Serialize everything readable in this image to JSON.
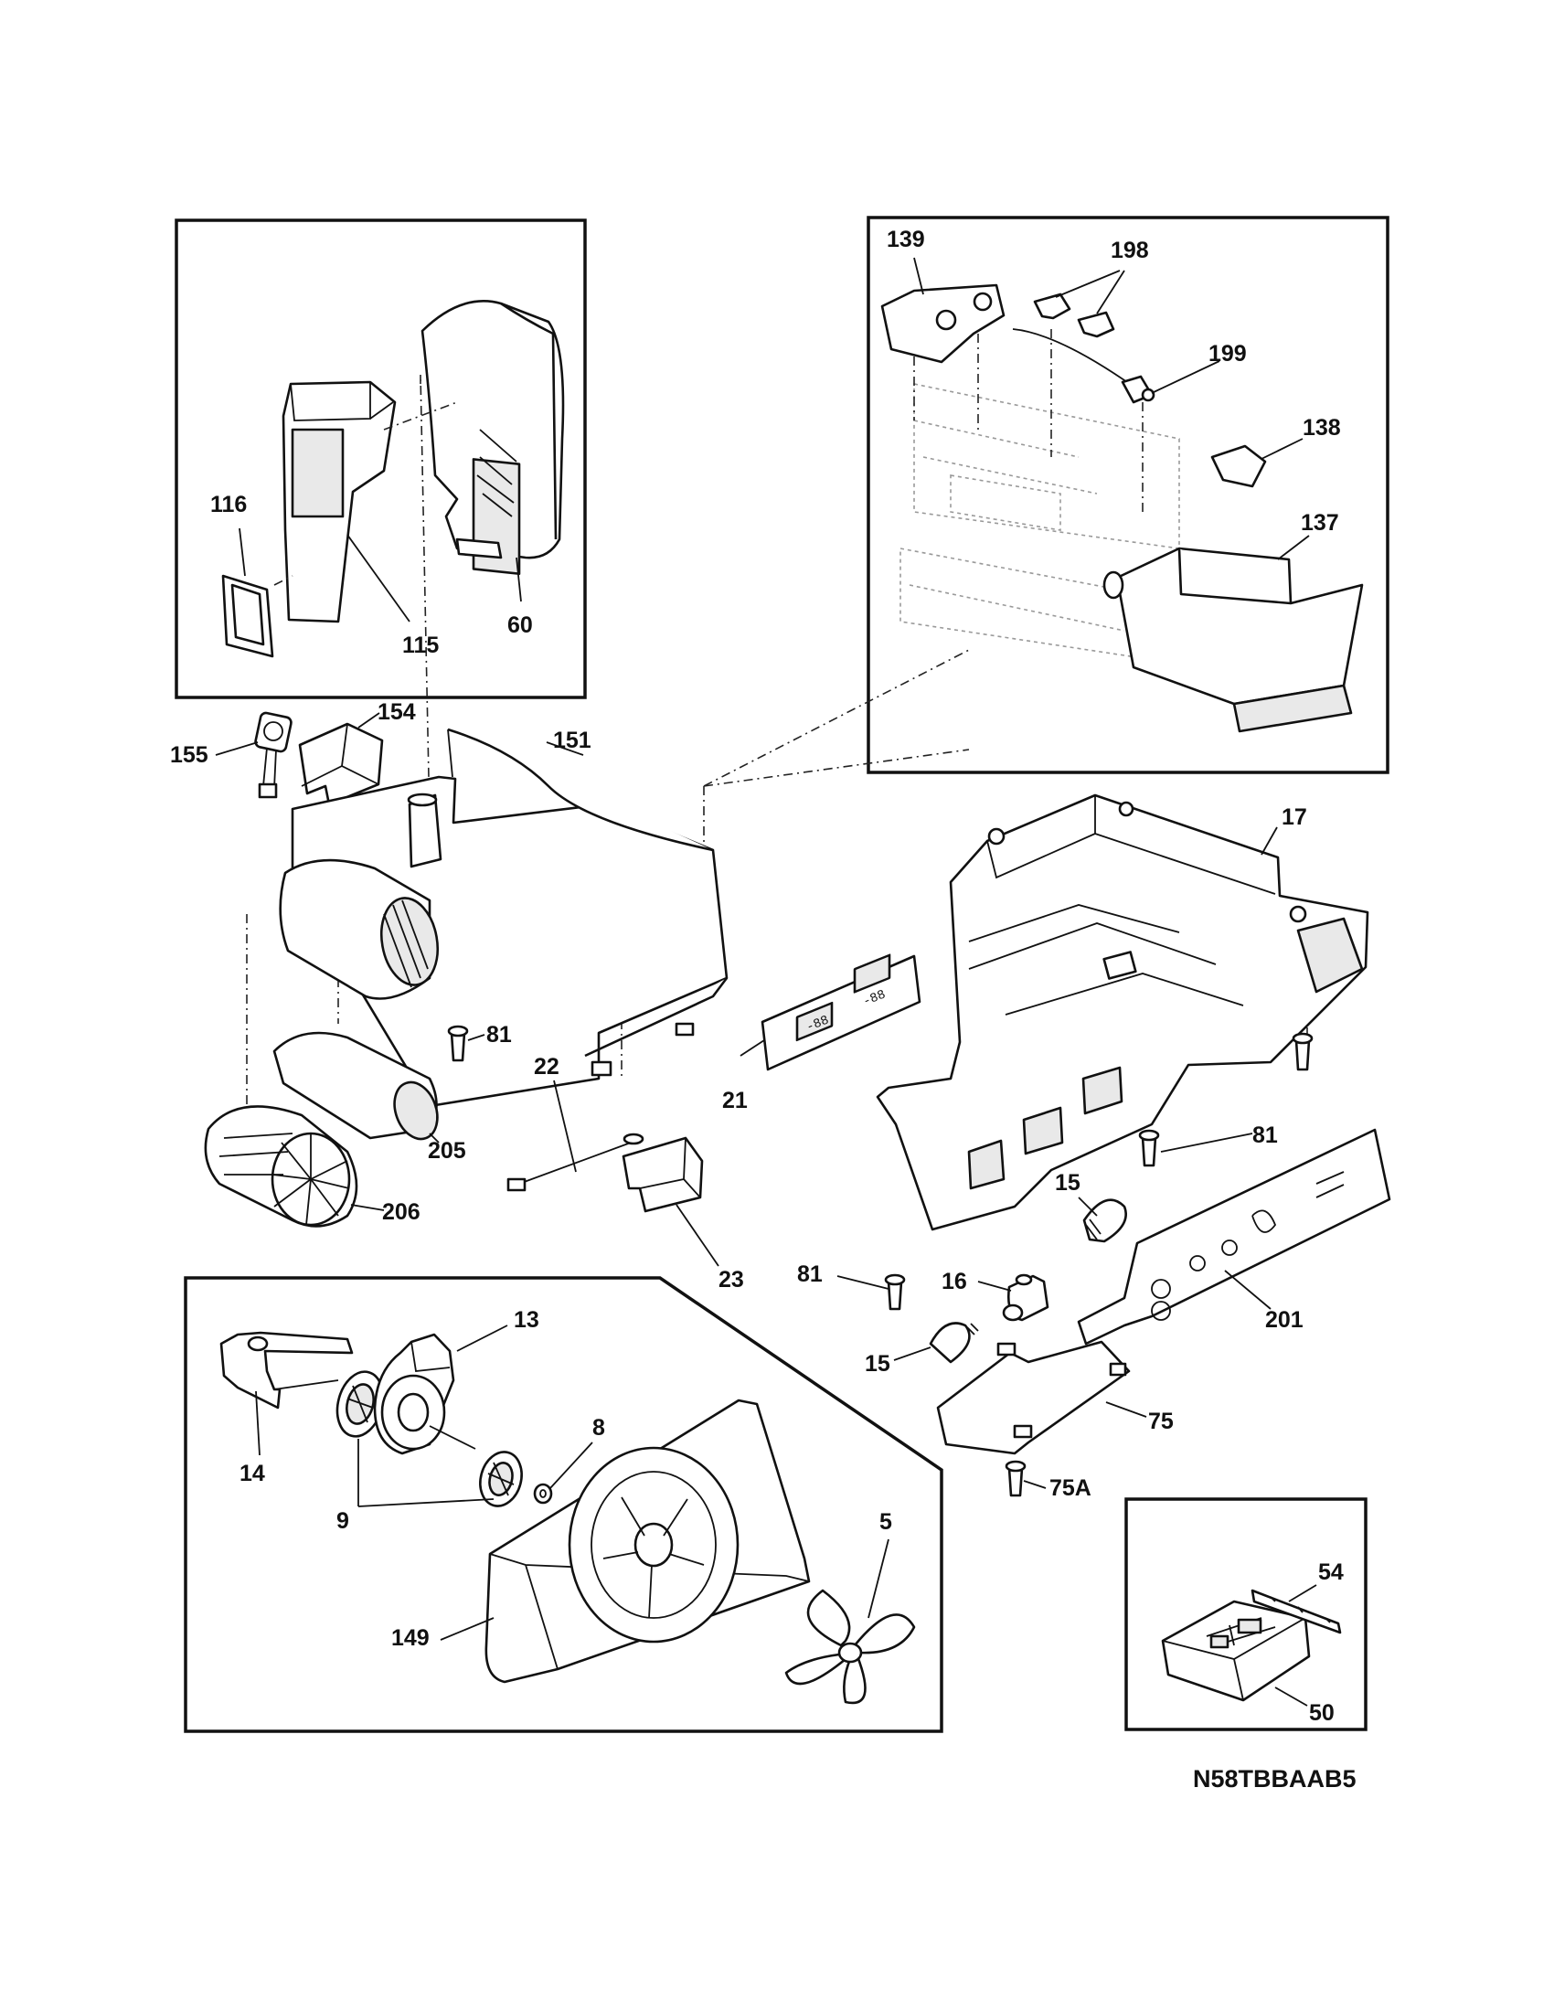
{
  "diagram_code": "N58TBBAAB5",
  "labels": {
    "l116": "116",
    "l115": "115",
    "l60": "60",
    "l139": "139",
    "l198": "198",
    "l199": "199",
    "l138": "138",
    "l137": "137",
    "l155": "155",
    "l154": "154",
    "l151": "151",
    "l17": "17",
    "l81a": "81",
    "l22": "22",
    "l21": "21",
    "l205": "205",
    "l206": "206",
    "l23": "23",
    "l81b": "81",
    "l15a": "15",
    "l16": "16",
    "l81c": "81",
    "l15b": "15",
    "l201": "201",
    "l75": "75",
    "l75a": "75A",
    "l13": "13",
    "l14": "14",
    "l8": "8",
    "l9": "9",
    "l5": "5",
    "l149": "149",
    "l54": "54",
    "l50": "50"
  }
}
